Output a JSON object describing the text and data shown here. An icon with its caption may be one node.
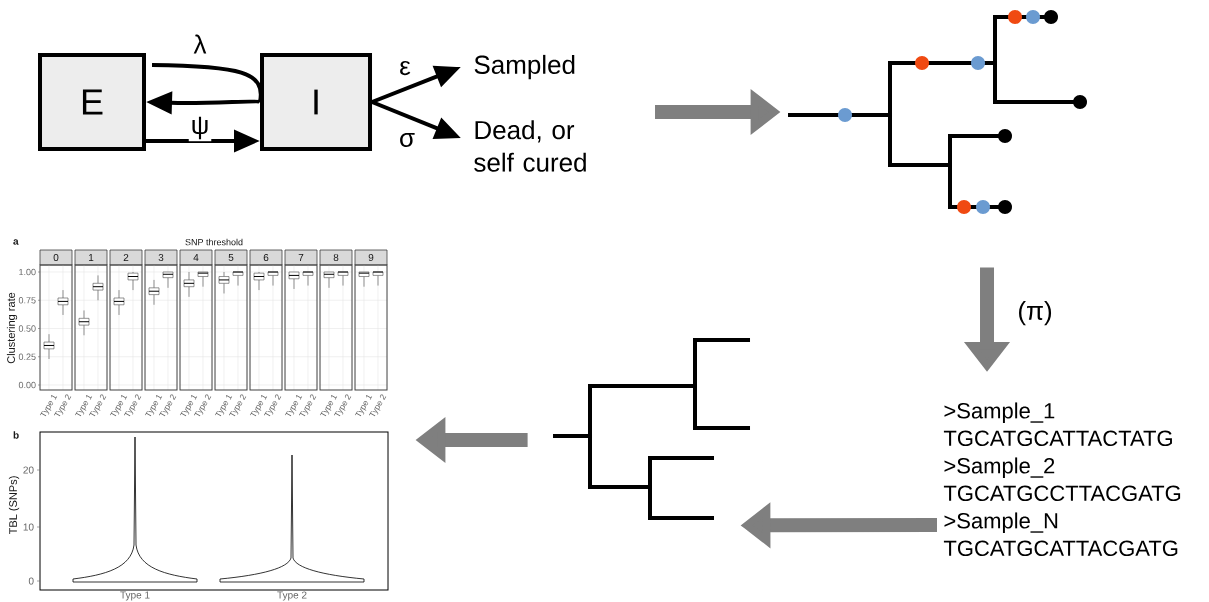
{
  "diagram": {
    "nodes": [
      {
        "text": [
          "E"
        ]
      },
      {
        "text": [
          "I"
        ]
      },
      {
        "text": [
          "Sampled"
        ]
      },
      {
        "text": [
          "Dead, or self cured"
        ]
      },
      {
        "text": [],
        "shape": "picture"
      },
      {
        "text": [
          ">Sample_1",
          "TGCATGCATTACTATG",
          ">Sample_2",
          "TGCATGCCTTACGATG",
          ">Sample_N",
          "TGCATGCATTACGATG"
        ]
      },
      {
        "text": [],
        "shape": "picture"
      },
      {
        "text": [],
        "shape": "picture"
      }
    ],
    "edges": [
      {
        "from": 0,
        "to": 1,
        "arrow": "to",
        "label": "ψ",
        "color": "#000000"
      },
      {
        "from": 1,
        "to": 0,
        "arrow": "to",
        "label": "λ",
        "color": "#000000"
      },
      {
        "from": 1,
        "to": 2,
        "arrow": "to",
        "label": "ε",
        "color": "#000000"
      },
      {
        "from": 1,
        "to": 3,
        "arrow": "to",
        "label": "σ",
        "color": "#000000"
      },
      {
        "from": null,
        "to": 4,
        "arrow": "to",
        "style": "thick",
        "color": "#7f7f7f"
      },
      {
        "from": 4,
        "to": 5,
        "arrow": "to",
        "style": "thick",
        "color": "#7f7f7f",
        "label": "(π)"
      },
      {
        "from": 5,
        "to": 6,
        "arrow": "to",
        "style": "thick",
        "color": "#7f7f7f"
      },
      {
        "from": 6,
        "to": 7,
        "arrow": "to",
        "style": "thick",
        "color": "#7f7f7f"
      }
    ],
    "labels": [
      "a",
      "SNP threshold",
      "0",
      "1",
      "2",
      "3",
      "4",
      "5",
      "6",
      "7",
      "8",
      "9",
      "1.00",
      "0.75",
      "0.50",
      "0.25",
      "0.00",
      "Clustering rate",
      "Type 1",
      "Type 2",
      "Type 1",
      "Type 2",
      "Type 1",
      "Type 2",
      "Type 1",
      "Type 2",
      "Type 1",
      "Type 2",
      "Type 1",
      "Type 2",
      "Type 1",
      "Type 2",
      "Type 1",
      "Type 2",
      "Type 1",
      "Type 2",
      "Type 1",
      "Type 2",
      "b",
      "20",
      "10",
      "0",
      "TBL (SNPs)",
      "Type 1",
      "Type 2"
    ]
  }
}
